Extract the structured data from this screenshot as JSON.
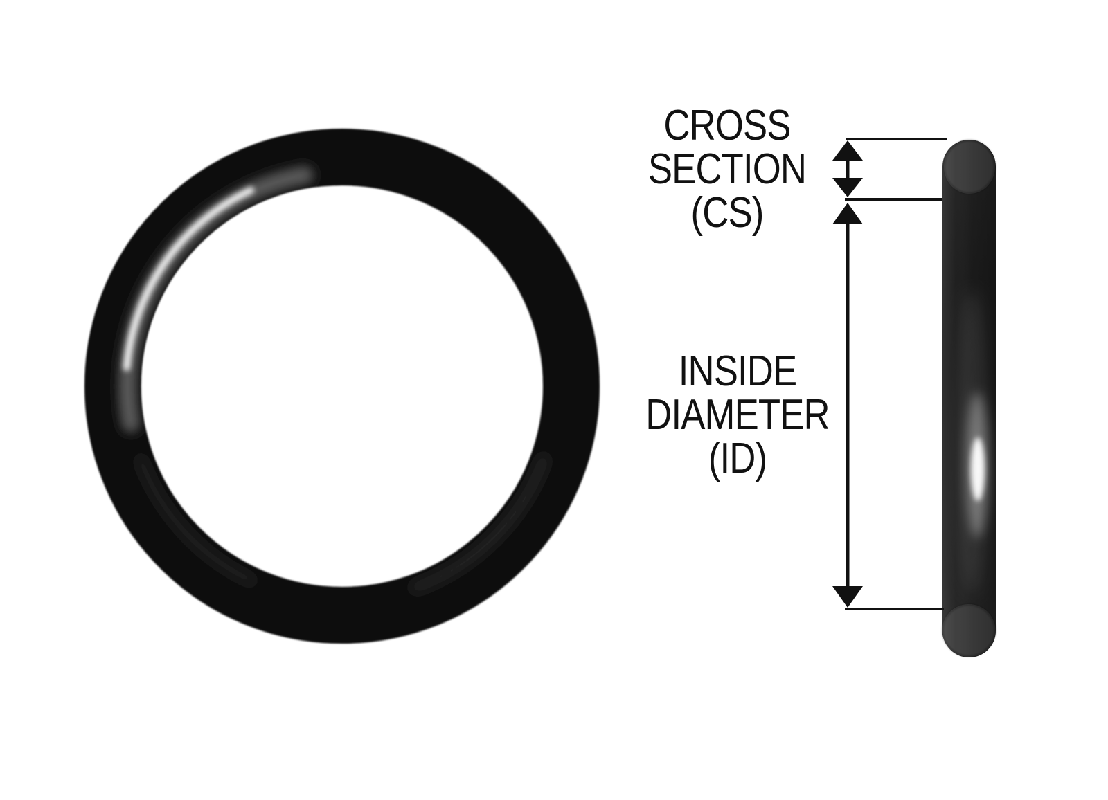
{
  "labels": {
    "cross_section": [
      "CROSS",
      "SECTION",
      "(CS)"
    ],
    "inside_diameter": [
      "INSIDE",
      "DIAMETER",
      "(ID)"
    ]
  },
  "colors": {
    "background": "#ffffff",
    "ring": "#0d0d0d",
    "side_cap": "#3c3c3c",
    "dimension": "#111111",
    "text": "#111111"
  }
}
